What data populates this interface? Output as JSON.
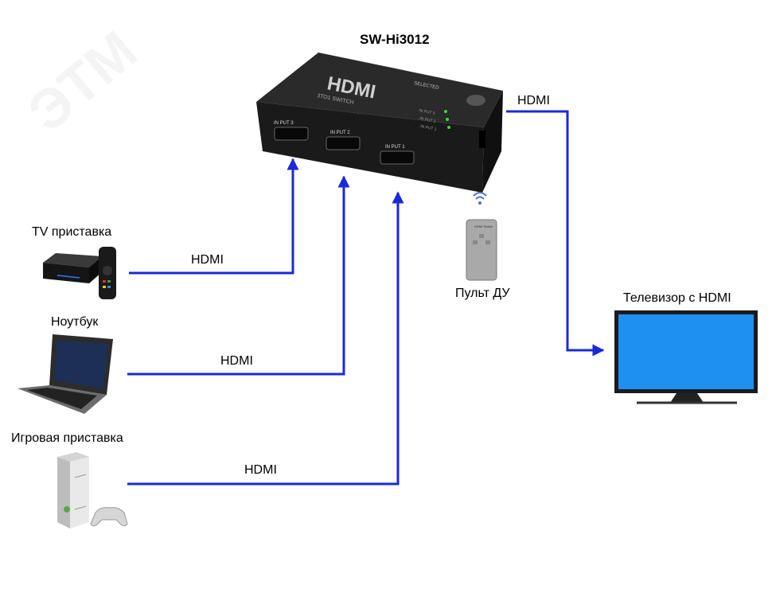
{
  "switch": {
    "model": "SW-Hi3012",
    "brand": "HDMI",
    "subtitle": "3TO1 SWITCH",
    "selected_label": "SELECTED",
    "inputs": [
      "IN PUT 3",
      "IN PUT 2",
      "IN PUT 1"
    ],
    "led_labels": [
      "IN PUT 3",
      "IN PUT 2",
      "IN PUT 1"
    ]
  },
  "watermark": "ЭТМ",
  "sources": [
    {
      "label": "TV приставка",
      "cable": "HDMI"
    },
    {
      "label": "Ноутбук",
      "cable": "HDMI"
    },
    {
      "label": "Игровая приставка",
      "cable": "HDMI"
    }
  ],
  "output": {
    "cable": "HDMI",
    "label": "Телевизор с HDMI"
  },
  "remote": {
    "label": "Пульт ДУ",
    "top_text": "HDMI Switch"
  },
  "colors": {
    "cable": "#1a2ad8",
    "tv_screen": "#1e90f0",
    "device_dark": "#1b1b1b"
  }
}
